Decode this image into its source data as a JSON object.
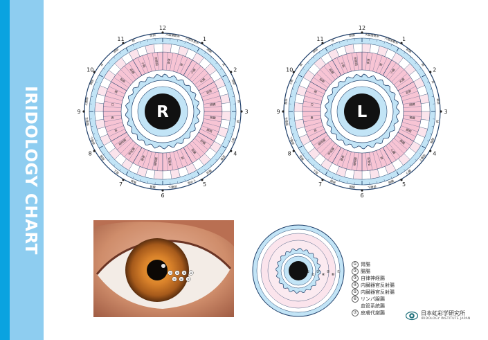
{
  "sidebar": {
    "title": "IRIDOLOGY CHART"
  },
  "charts": [
    {
      "id": "right",
      "center_letter": "R",
      "clock_numbers": [
        "12",
        "1",
        "2",
        "3",
        "4",
        "5",
        "6",
        "7",
        "8",
        "9",
        "10",
        "11"
      ],
      "outer_labels": [
        "大脳運動系",
        "大脳感覚系",
        "顔面",
        "耳",
        "頸部",
        "肩",
        "肺",
        "上腕",
        "腹部",
        "肝臓",
        "胆のう",
        "下腹部",
        "腎臓",
        "骨盤",
        "下肢",
        "膀胱",
        "下腹部",
        "生殖器",
        "上腹部",
        "胸部",
        "耳",
        "頸部",
        "額",
        "前頭"
      ],
      "inner_labels": [
        "食道",
        "胃",
        "小腸",
        "大腸",
        "副腎",
        "膵臓",
        "腎臓",
        "膀胱",
        "肝臓",
        "胆嚢",
        "肺",
        "気管支",
        "横隔膜",
        "鎖骨",
        "甲状腺",
        "扁桃腺",
        "耳",
        "鼻",
        "口",
        "眼",
        "脳幹",
        "延髄",
        "小脳",
        "前頭洞"
      ]
    },
    {
      "id": "left",
      "center_letter": "L",
      "clock_numbers": [
        "12",
        "1",
        "2",
        "3",
        "4",
        "5",
        "6",
        "7",
        "8",
        "9",
        "10",
        "11"
      ],
      "outer_labels": [
        "大脳感覚系",
        "大脳運動系",
        "前頭",
        "額",
        "耳",
        "頸部",
        "肺",
        "胸部",
        "上腹部",
        "心臓",
        "脾臓",
        "下腹部",
        "腎臓",
        "膀胱",
        "下肢",
        "骨盤",
        "下腹部",
        "生殖器",
        "腹部",
        "上腕",
        "肩",
        "頸部",
        "耳",
        "顔面"
      ],
      "inner_labels": [
        "食道",
        "胃",
        "小腸",
        "大腸",
        "副腎",
        "膵臓",
        "腎臓",
        "膀胱",
        "脾臓",
        "心臓",
        "肺",
        "気管支",
        "横隔膜",
        "鎖骨",
        "甲状腺",
        "扁桃腺",
        "耳",
        "鼻",
        "口",
        "眼",
        "脳幹",
        "延髄",
        "小脳",
        "前頭洞"
      ]
    }
  ],
  "photo": {
    "markers": [
      "①",
      "②",
      "③",
      "④",
      "⑤",
      "⑥",
      "⑦"
    ]
  },
  "layers": {
    "markers": [
      "①",
      "②",
      "③",
      "④",
      "⑤",
      "⑥",
      "⑦"
    ]
  },
  "legend": [
    {
      "num": "①",
      "label": "胃腸"
    },
    {
      "num": "②",
      "label": "腸腸"
    },
    {
      "num": "③",
      "label": "自律神経腸"
    },
    {
      "num": "④",
      "label": "内臓器官反射腸"
    },
    {
      "num": "⑤",
      "label": "内臓器官反射腸"
    },
    {
      "num": "⑥",
      "label": "リンパ腺腸"
    },
    {
      "num": "",
      "label": "血管系統腸"
    },
    {
      "num": "⑦",
      "label": "皮膚代謝腸"
    }
  ],
  "logo": {
    "name": "日本虹彩学研究所",
    "sub": "IRIDOLOGY INSTITUTE JAPAN"
  },
  "colors": {
    "sidebar": "#8ecdf0",
    "sidebar_accent": "#0aa3e0",
    "ring_blue": "#c2e4f6",
    "ring_pink": "#f7c4d4",
    "line": "#1f3f6a",
    "pupil": "#111111"
  }
}
